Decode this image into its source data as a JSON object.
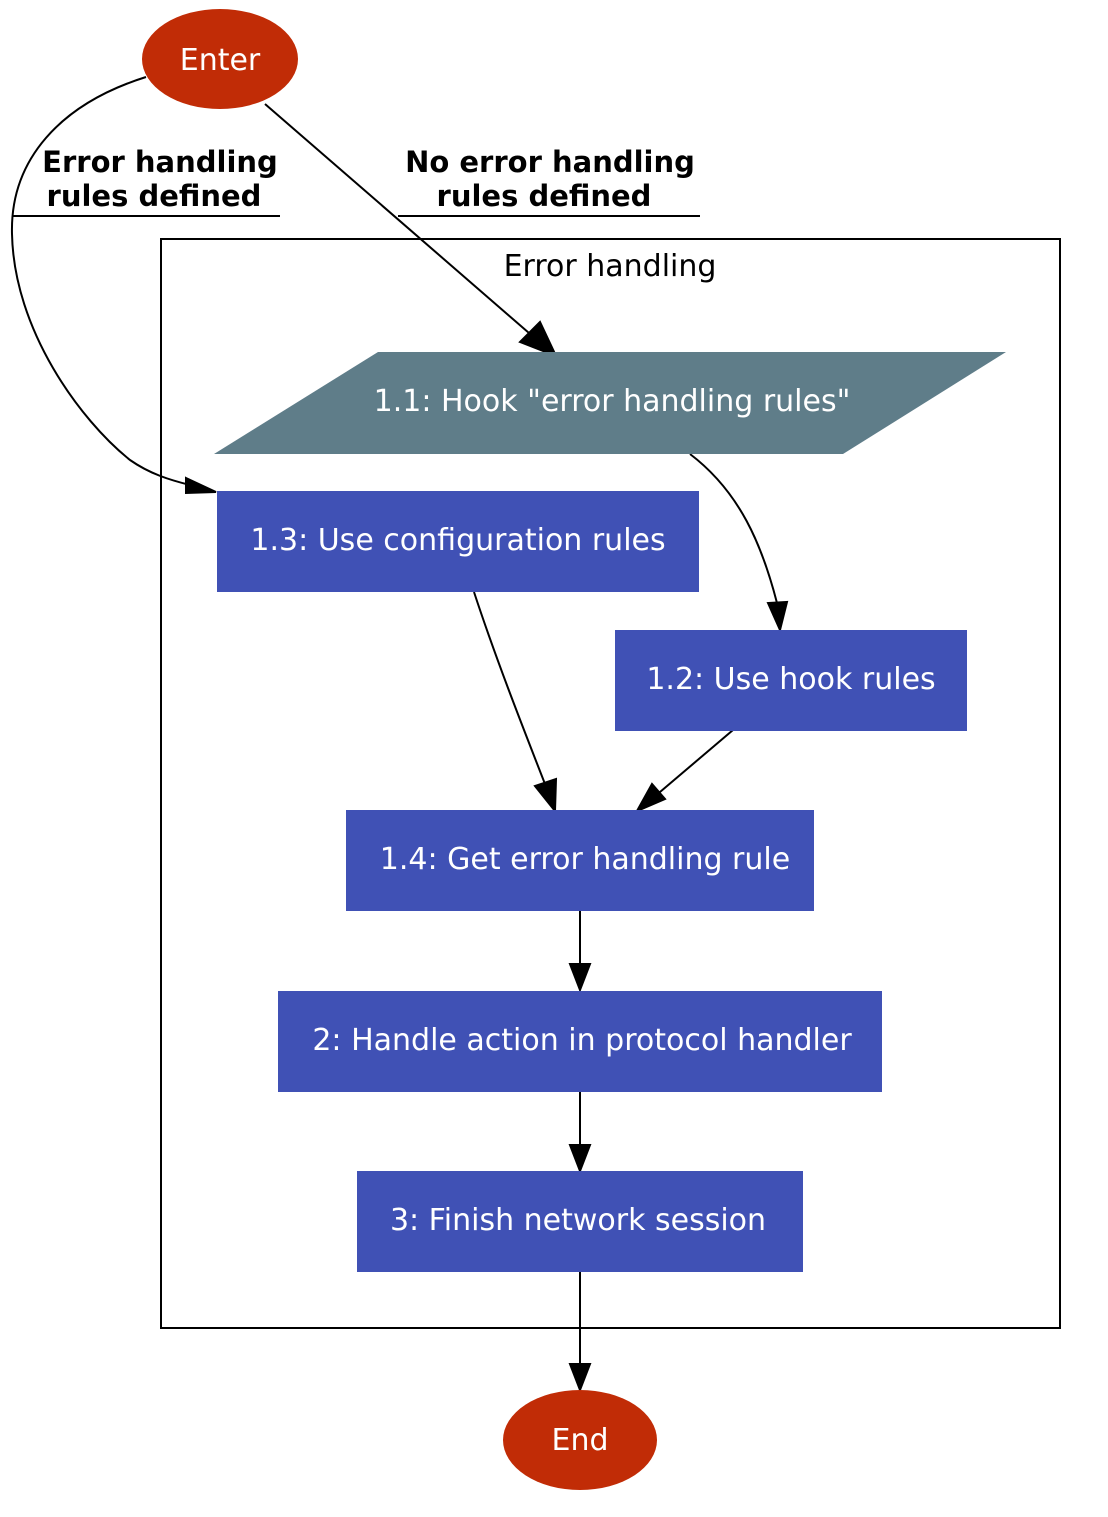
{
  "colors": {
    "terminal": "#c12c06",
    "process": "#4051b5",
    "hook": "#5f7d89",
    "edge": "#000000",
    "background": "#ffffff"
  },
  "cluster": {
    "title": "Error handling"
  },
  "nodes": {
    "enter": "Enter",
    "hook_rules": "1.1: Hook \"error handling rules\"",
    "use_config_rules": "1.3: Use configuration rules",
    "use_hook_rules": "1.2: Use hook rules",
    "get_rule": "1.4: Get error handling rule",
    "handle_action": "2: Handle action in protocol handler",
    "finish_session": "3: Finish network session",
    "end": "End"
  },
  "edge_labels": {
    "rules_defined": [
      "Error handling",
      "rules defined"
    ],
    "no_rules_defined": [
      "No error handling",
      "rules defined"
    ]
  }
}
